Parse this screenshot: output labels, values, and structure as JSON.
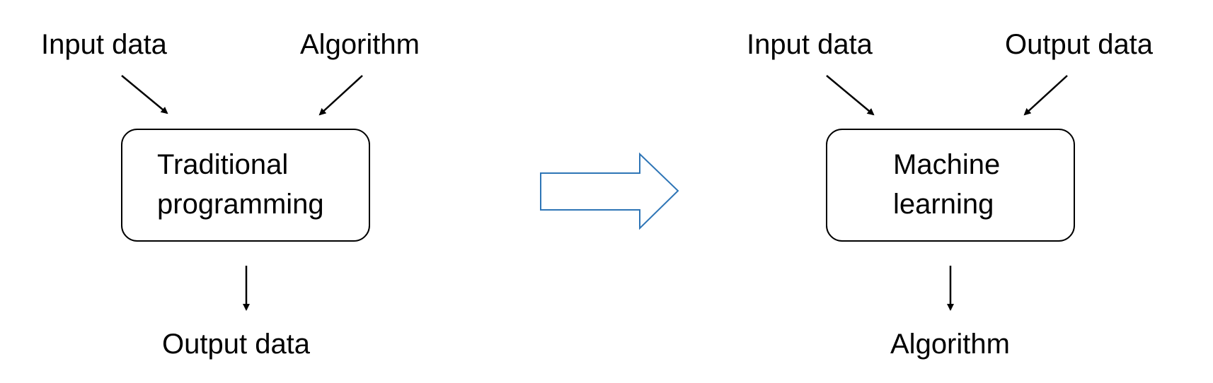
{
  "left": {
    "inputs": {
      "input_data": "Input data",
      "algorithm": "Algorithm"
    },
    "box_lines": [
      "Traditional",
      "programming"
    ],
    "output": "Output data"
  },
  "right": {
    "inputs": {
      "input_data": "Input data",
      "output_data": "Output data"
    },
    "box_lines": [
      "Machine",
      "learning"
    ],
    "output": "Algorithm"
  },
  "colors": {
    "text": "#000000",
    "arrow": "#000000",
    "transition_arrow": "#2e75b6"
  }
}
